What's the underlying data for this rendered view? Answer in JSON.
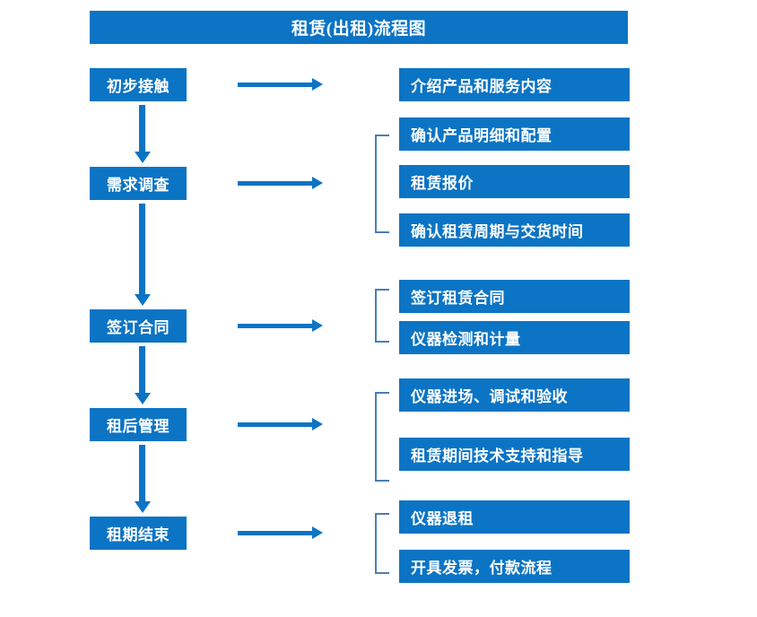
{
  "diagram": {
    "title": "租赁(出租)流程图",
    "colors": {
      "box_blue": "#0C74C4",
      "box_text": "#FFFFFF",
      "arrow_blue": "#0C74C4",
      "bracket_blue": "#4A7EB5",
      "background": "#FFFFFF"
    },
    "stages": [
      {
        "label": "初步接触",
        "details": [
          "介绍产品和服务内容"
        ]
      },
      {
        "label": "需求调查",
        "details": [
          "确认产品明细和配置",
          "租赁报价",
          "确认租赁周期与交货时间"
        ]
      },
      {
        "label": "签订合同",
        "details": [
          "签订租赁合同",
          "仪器检测和计量"
        ]
      },
      {
        "label": "租后管理",
        "details": [
          "仪器进场、调试和验收",
          "租赁期间技术支持和指导"
        ]
      },
      {
        "label": "租期结束",
        "details": [
          "仪器退租",
          "开具发票，付款流程"
        ]
      }
    ],
    "icons": {
      "flow_arrow_right": "right-arrow-icon",
      "flow_arrow_down": "down-arrow-icon",
      "group_bracket": "group-bracket-icon"
    }
  }
}
